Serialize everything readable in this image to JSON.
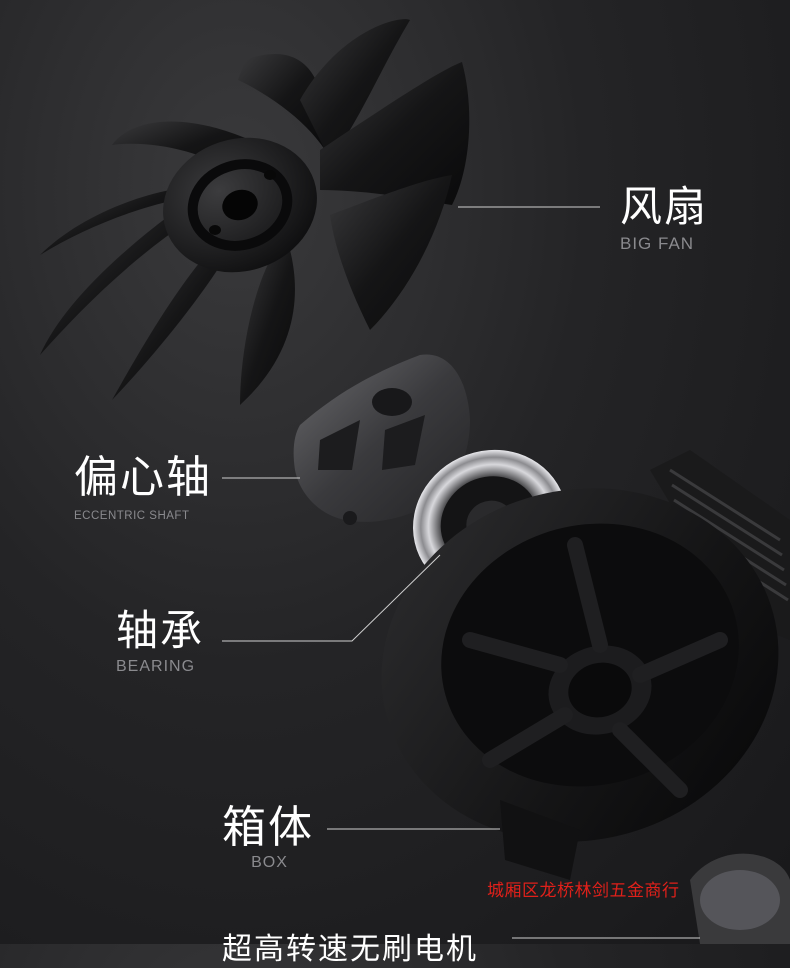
{
  "labels": {
    "fan": {
      "cn": "风扇",
      "en": "BIG FAN"
    },
    "shaft": {
      "cn": "偏心轴",
      "en": "ECCENTRIC SHAFT"
    },
    "bearing": {
      "cn": "轴承",
      "en": "BEARING"
    },
    "box": {
      "cn": "箱体",
      "en": "BOX"
    },
    "motor": {
      "cn": "超高转速无刷电机"
    }
  },
  "watermark": "城厢区龙桥林剑五金商行",
  "colors": {
    "background": "#242426",
    "label": "#ffffff",
    "sublabel": "#8a8a8e",
    "watermark": "#e0201a"
  }
}
